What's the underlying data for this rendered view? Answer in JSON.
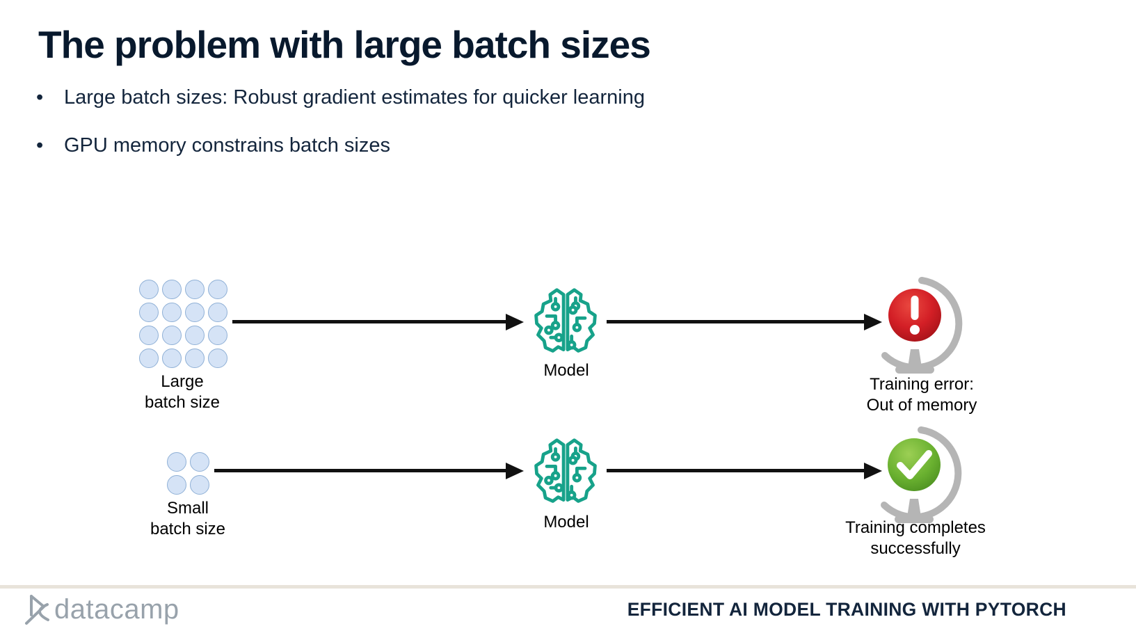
{
  "slide": {
    "title": "The problem with large batch sizes",
    "title_color": "#08192d",
    "bullets": [
      "Large batch sizes: Robust gradient estimates for quicker learning",
      "GPU memory constrains batch sizes"
    ],
    "bullet_marker": "•"
  },
  "diagram": {
    "colors": {
      "batch_dot_fill": "#d5e3f6",
      "batch_dot_border": "#8fb0d6",
      "model_teal": "#17a28a",
      "error_red": "#d31f26",
      "success_green": "#6ab130",
      "stand_gray": "#b5b5b5",
      "arrow_black": "#111111"
    },
    "rows": [
      {
        "grid": {
          "rows": 4,
          "cols": 4
        },
        "batch_label_lines": [
          "Large",
          "batch size"
        ],
        "model_label": "Model",
        "model_icon": "ai-brain-circuit-icon",
        "result_icon": "error-exclamation-globe-icon",
        "result": "error",
        "result_label_lines": [
          "Training error:",
          "Out of memory"
        ]
      },
      {
        "grid": {
          "rows": 2,
          "cols": 2
        },
        "batch_label_lines": [
          "Small",
          "batch size"
        ],
        "model_label": "Model",
        "model_icon": "ai-brain-circuit-icon",
        "result_icon": "success-check-globe-icon",
        "result": "success",
        "result_label_lines": [
          "Training completes",
          "successfully"
        ]
      }
    ]
  },
  "footer": {
    "brand": "datacamp",
    "brand_icon": "datacamp-logo-icon",
    "brand_color": "#98a2ab",
    "divider_color": "#e8e3da",
    "course": "EFFICIENT AI MODEL TRAINING WITH PYTORCH"
  }
}
